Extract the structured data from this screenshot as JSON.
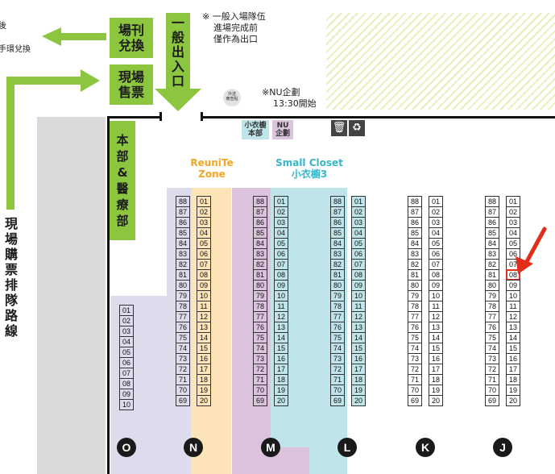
{
  "signs": {
    "journal_exchange": "場刊\n兌換",
    "onsite_sales": "現場\n售票",
    "main_entrance": "一\n般\n出\n入\n口",
    "headquarters": "本\n部\n&\n醫\n療\n部",
    "queue_route": "現\n場\n購\n票\n排\n隊\n路\n線"
  },
  "left_edge_texts": [
    "後",
    "手環兌換"
  ],
  "notes": {
    "entry_note": "※ 一般入場隊伍\n    進場完成前\n    僅作為出口",
    "nu_note": "※NU企劃\n    13:30開始",
    "takeout_label": "外送\n審查點"
  },
  "small_labels": {
    "closet_hq": "小衣櫥\n本部",
    "nu_plan": "NU\n企劃"
  },
  "zones": {
    "reunite": {
      "title": "ReuniTe\nZone",
      "color": "#f5a623",
      "fill": "#fce3b8"
    },
    "small_closet": {
      "title": "Small Closet\n小衣櫥3",
      "color": "#36b7c9",
      "fill": "#bfe4ea"
    },
    "lavender": "#dcdcec",
    "pink": "#dcc3dd",
    "gray": "#dadada",
    "hatch": "#e6f0b8"
  },
  "highlight": {
    "row": "J",
    "booth": "08",
    "color": "#e02e1b"
  },
  "rows": [
    {
      "label": "O",
      "columns": [
        [
          "01",
          "02",
          "03",
          "04",
          "05",
          "06",
          "07",
          "08",
          "09",
          "10"
        ]
      ]
    },
    {
      "label": "N",
      "columns": [
        [
          "88",
          "87",
          "86",
          "85",
          "84",
          "83",
          "82",
          "81",
          "80",
          "79",
          "78",
          "77",
          "76",
          "75",
          "74",
          "73",
          "72",
          "71",
          "70",
          "69"
        ],
        [
          "01",
          "02",
          "03",
          "04",
          "05",
          "06",
          "07",
          "08",
          "09",
          "10",
          "11",
          "12",
          "13",
          "14",
          "15",
          "16",
          "17",
          "18",
          "19",
          "20"
        ]
      ]
    },
    {
      "label": "M",
      "columns": [
        [
          "88",
          "87",
          "86",
          "85",
          "84",
          "83",
          "82",
          "81",
          "80",
          "79",
          "78",
          "77",
          "76",
          "75",
          "74",
          "73",
          "72",
          "71",
          "70",
          "69"
        ],
        [
          "01",
          "02",
          "03",
          "04",
          "05",
          "06",
          "07",
          "08",
          "09",
          "10",
          "11",
          "12",
          "13",
          "14",
          "15",
          "16",
          "17",
          "18",
          "19",
          "20"
        ]
      ]
    },
    {
      "label": "L",
      "columns": [
        [
          "88",
          "87",
          "86",
          "85",
          "84",
          "83",
          "82",
          "81",
          "80",
          "79",
          "78",
          "77",
          "76",
          "75",
          "74",
          "73",
          "72",
          "71",
          "70",
          "69"
        ],
        [
          "01",
          "02",
          "03",
          "04",
          "05",
          "06",
          "07",
          "08",
          "09",
          "10",
          "11",
          "12",
          "13",
          "14",
          "15",
          "16",
          "17",
          "18",
          "19",
          "20"
        ]
      ]
    },
    {
      "label": "K",
      "columns": [
        [
          "88",
          "87",
          "86",
          "85",
          "84",
          "83",
          "82",
          "81",
          "80",
          "79",
          "78",
          "77",
          "76",
          "75",
          "74",
          "73",
          "72",
          "71",
          "70",
          "69"
        ],
        [
          "01",
          "02",
          "03",
          "04",
          "05",
          "06",
          "07",
          "08",
          "09",
          "10",
          "11",
          "12",
          "13",
          "14",
          "15",
          "16",
          "17",
          "18",
          "19",
          "20"
        ]
      ]
    },
    {
      "label": "J",
      "columns": [
        [
          "88",
          "87",
          "86",
          "85",
          "84",
          "83",
          "82",
          "81",
          "80",
          "79",
          "78",
          "77",
          "76",
          "75",
          "74",
          "73",
          "72",
          "71",
          "70",
          "69"
        ],
        [
          "01",
          "02",
          "03",
          "04",
          "05",
          "06",
          "07",
          "08",
          "09",
          "10",
          "11",
          "12",
          "13",
          "14",
          "15",
          "16",
          "17",
          "18",
          "19",
          "20"
        ]
      ]
    }
  ]
}
